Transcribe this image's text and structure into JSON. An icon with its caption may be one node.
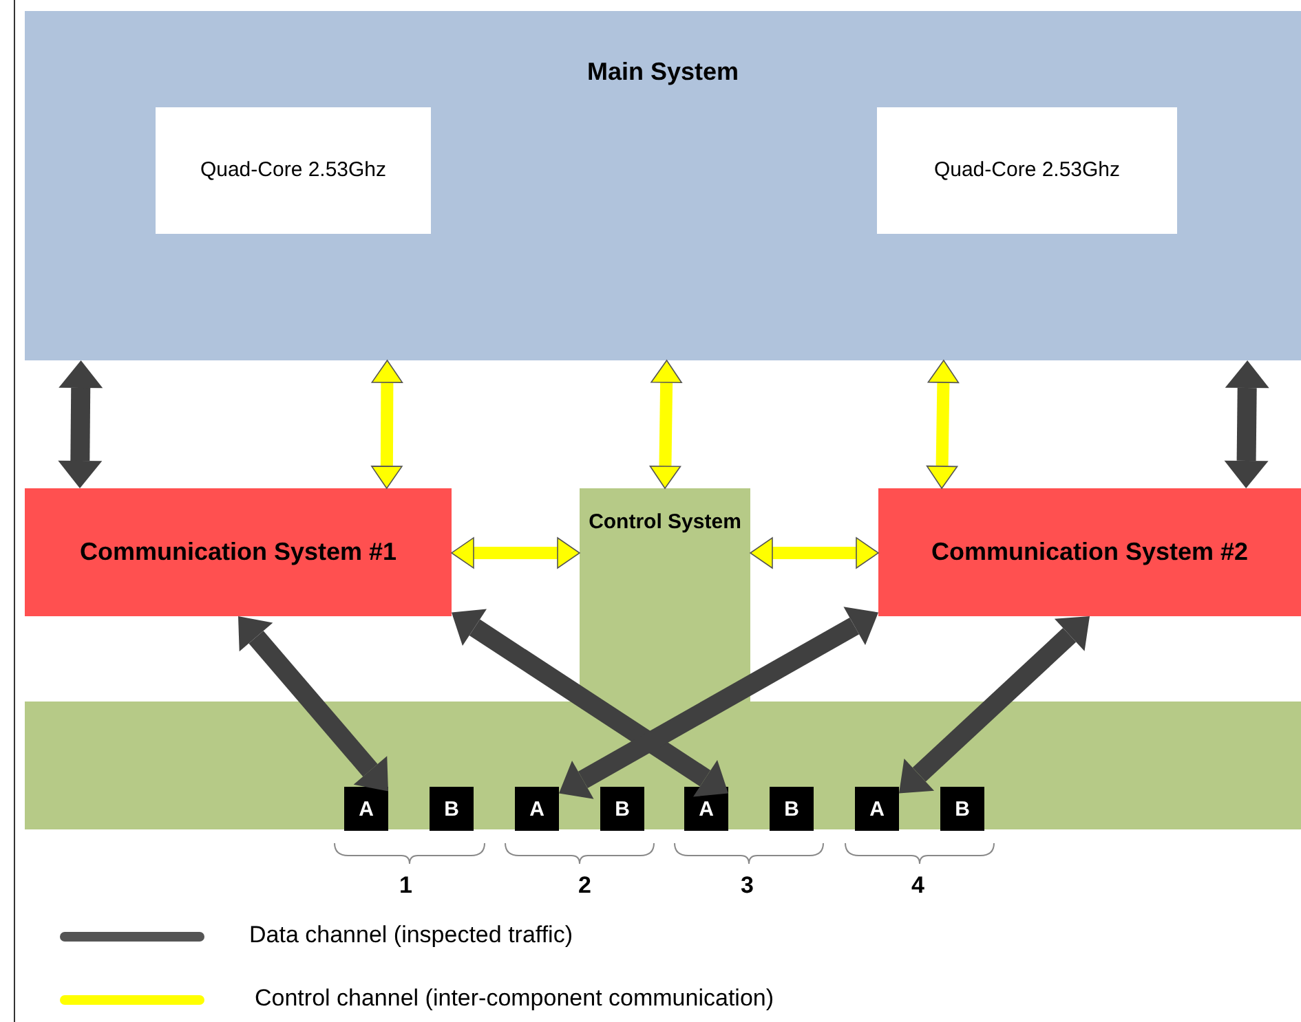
{
  "diagram": {
    "nodes": [
      {
        "text": [
          "Main System"
        ]
      },
      {
        "text": [
          "Quad-Core 2.53Ghz"
        ],
        "in": 0
      },
      {
        "text": [
          "Quad-Core 2.53Ghz"
        ],
        "in": 0
      },
      {
        "text": [
          "Communication System #1"
        ]
      },
      {
        "text": [
          "Control System"
        ]
      },
      {
        "text": [
          "Communication System #2"
        ]
      },
      {
        "text": [],
        "shape": "bar"
      },
      {
        "text": [
          "A"
        ],
        "in": 6
      },
      {
        "text": [
          "B"
        ],
        "in": 6
      },
      {
        "text": [
          "A"
        ],
        "in": 6
      },
      {
        "text": [
          "B"
        ],
        "in": 6
      },
      {
        "text": [
          "A"
        ],
        "in": 6
      },
      {
        "text": [
          "B"
        ],
        "in": 6
      },
      {
        "text": [
          "A"
        ],
        "in": 6
      },
      {
        "text": [
          "B"
        ],
        "in": 6
      }
    ],
    "edges": [
      {
        "from": 0,
        "to": 3,
        "arrow": "both"
      },
      {
        "from": 0,
        "to": 3,
        "arrow": "both",
        "color": "#ffff00"
      },
      {
        "from": 0,
        "to": 4,
        "arrow": "both",
        "color": "#ffff00"
      },
      {
        "from": 0,
        "to": 5,
        "arrow": "both",
        "color": "#ffff00"
      },
      {
        "from": 0,
        "to": 5,
        "arrow": "both"
      },
      {
        "from": 3,
        "to": 4,
        "arrow": "both",
        "color": "#ffff00"
      },
      {
        "from": 4,
        "to": 5,
        "arrow": "both",
        "color": "#ffff00"
      },
      {
        "from": 3,
        "to": 7,
        "arrow": "both"
      },
      {
        "from": 3,
        "to": 11,
        "arrow": "both"
      },
      {
        "from": 5,
        "to": 9,
        "arrow": "both"
      },
      {
        "from": 5,
        "to": 13,
        "arrow": "both"
      }
    ],
    "labels": [
      "1",
      "2",
      "3",
      "4"
    ],
    "legend": [
      {
        "text": "Data channel (inspected traffic)"
      },
      {
        "text": "Control channel (inter-component communication)"
      }
    ]
  }
}
